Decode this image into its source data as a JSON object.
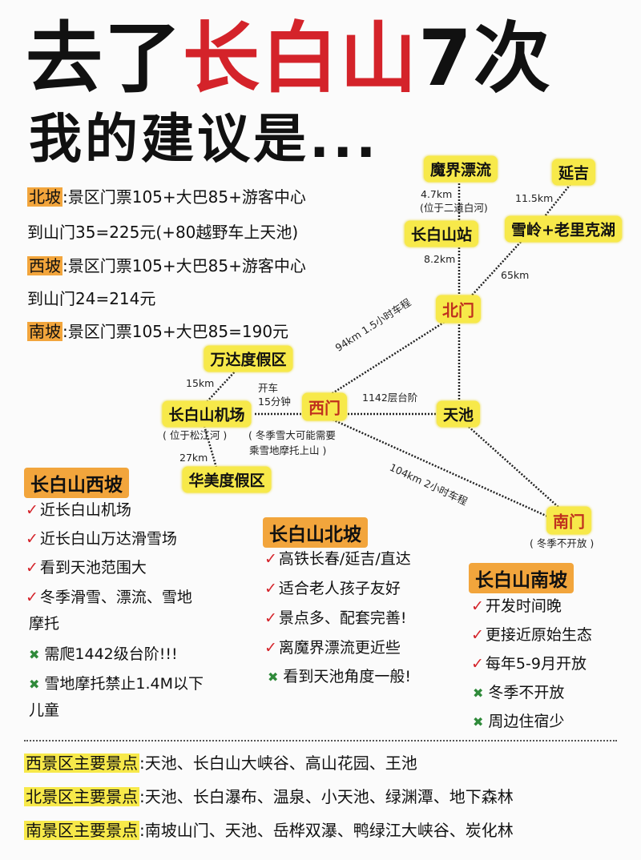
{
  "title": {
    "part1": "去了",
    "highlight": "长白山",
    "part2": "7次",
    "subtitle": "我的建议是..."
  },
  "colors": {
    "accent_red": "#d4232a",
    "orange": "#f2a53c",
    "yellow": "#f7e94a",
    "cross_green": "#2f8a3a"
  },
  "prices": [
    {
      "label": "北坡",
      "text": ":景区门票105+大巴85+游客中心"
    },
    {
      "label": "",
      "text": "到山门35=225元(+80越野车上天池)"
    },
    {
      "label": "西坡",
      "text": ":景区门票105+大巴85+游客中心"
    },
    {
      "label": "",
      "text": "到山门24=214元"
    },
    {
      "label": "南坡",
      "text": ":景区门票105+大巴85=190元"
    }
  ],
  "map": {
    "nodes": {
      "mojie": "魔界漂流",
      "yanji": "延吉",
      "station": "长白山站",
      "xueling": "雪岭+老里克湖",
      "beimen": "北门",
      "wanda": "万达度假区",
      "airport": "长白山机场",
      "ximen": "西门",
      "tianchi": "天池",
      "huamei": "华美度假区",
      "nanmen": "南门"
    },
    "labels": {
      "d_mojie": "4.7km",
      "mojie_loc": "(位于二道白河)",
      "d_yanji": "11.5km",
      "d_station": "8.2km",
      "d_xueling": "65km",
      "beimen_ximen": "94km  1.5小时车程",
      "d_wanda": "15km",
      "drive1": "开车",
      "drive2": "15分钟",
      "steps": "1142层台阶",
      "airport_loc": "( 位于松江河 )",
      "snow1": "( 冬季雪大可能需要",
      "snow2": "乘雪地摩托上山 )",
      "d_huamei": "27km",
      "ximen_nanmen": "104km  2小时车程",
      "nanmen_note": "( 冬季不开放 )"
    }
  },
  "sections": {
    "west": {
      "title": "长白山西坡",
      "pros": [
        "近长白山机场",
        "近长白山万达滑雪场",
        "看到天池范围大",
        "冬季滑雪、漂流、雪地",
        "摩托"
      ],
      "cons": [
        "需爬1442级台阶!!!",
        "雪地摩托禁止1.4M以下",
        "儿童"
      ]
    },
    "north": {
      "title": "长白山北坡",
      "pros": [
        "高铁长春/延吉/直达",
        "适合老人孩子友好",
        "景点多、配套完善!",
        "离魔界漂流更近些"
      ],
      "cons": [
        "看到天池角度一般!"
      ]
    },
    "south": {
      "title": "长白山南坡",
      "pros": [
        "开发时间晚",
        "更接近原始生态",
        "每年5-9月开放"
      ],
      "cons": [
        "冬季不开放",
        "周边住宿少"
      ]
    }
  },
  "spots": [
    {
      "label": "西景区主要景点",
      "text": ":天池、长白山大峡谷、高山花园、王池"
    },
    {
      "label": "北景区主要景点",
      "text": ":天池、长白瀑布、温泉、小天池、绿渊潭、地下森林"
    },
    {
      "label": "南景区主要景点",
      "text": ":南坡山门、天池、岳桦双瀑、鸭绿江大峡谷、炭化林"
    }
  ]
}
